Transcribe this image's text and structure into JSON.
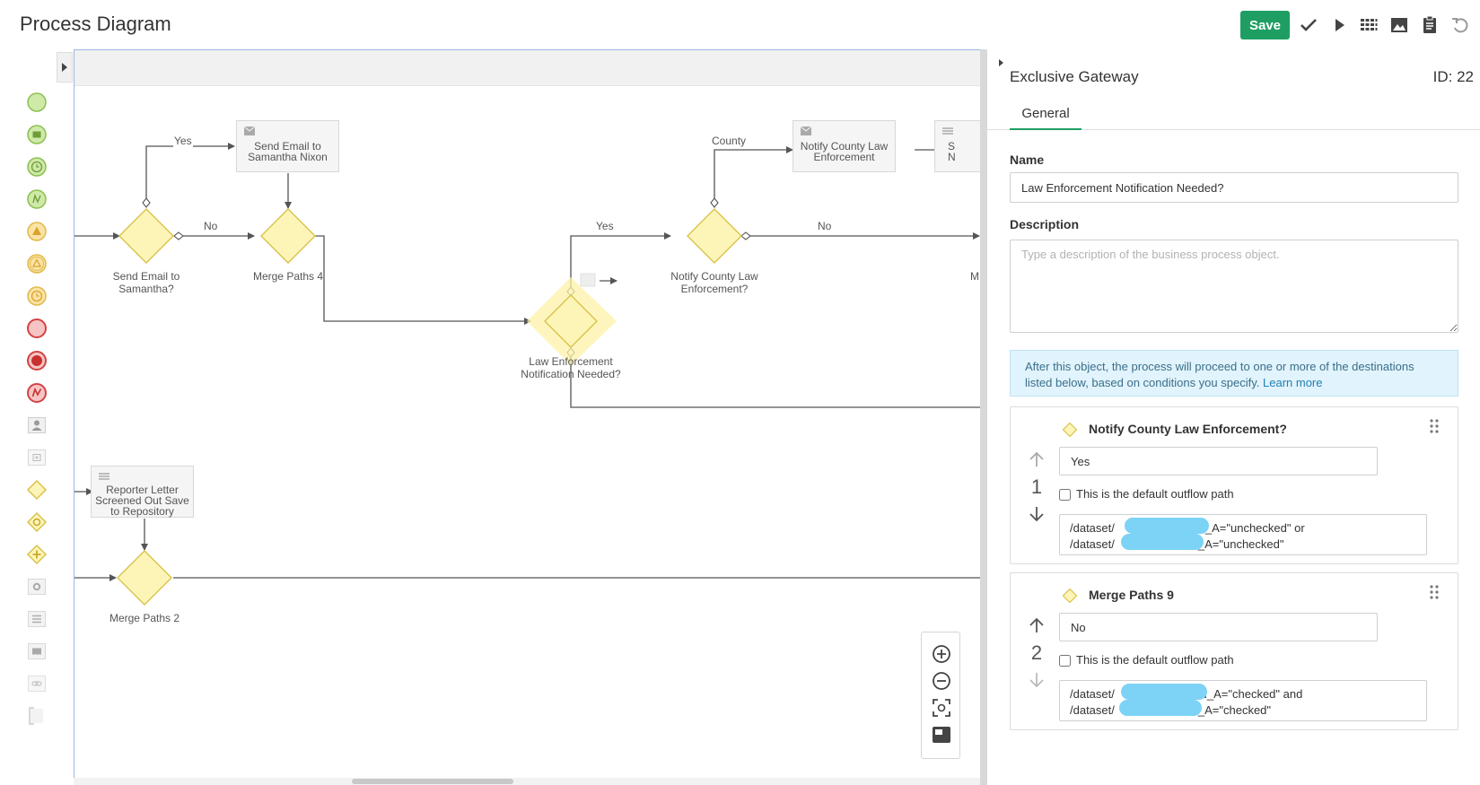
{
  "header": {
    "title": "Process Diagram",
    "save_label": "Save",
    "toolbar_icons": [
      "check-icon",
      "play-icon",
      "grid-icon",
      "image-icon",
      "clipboard-icon",
      "undo-icon"
    ]
  },
  "palette": {
    "items": [
      "start-event-icon",
      "message-start-icon",
      "timer-start-icon",
      "signal-start-icon",
      "escalation-event-icon",
      "escalation-intermediate-icon",
      "timer-intermediate-icon",
      "end-event-icon",
      "terminate-end-icon",
      "error-end-icon",
      "user-task-icon",
      "subprocess-icon",
      "exclusive-gateway-icon",
      "inclusive-gateway-icon",
      "parallel-gateway-icon",
      "service-task-icon",
      "script-task-icon",
      "send-task-icon",
      "link-icon",
      "annotation-icon"
    ]
  },
  "diagram": {
    "nodes": {
      "send_email_gateway": "Send Email to Samantha?",
      "merge_paths_4": "Merge Paths 4",
      "send_email_task": "Send Email to Samantha Nixon",
      "law_enforcement_gateway": "Law Enforcement Notification Needed?",
      "notify_county_gateway": "Notify County Law Enforcement?",
      "notify_county_task": "Notify County Law Enforcement",
      "partial_task": "S N",
      "partial_label": "M",
      "reporter_letter_task": "Reporter Letter Screened Out Save to Repository",
      "merge_paths_2": "Merge Paths 2"
    },
    "edges": {
      "yes_1": "Yes",
      "no_1": "No",
      "yes_2": "Yes",
      "county": "County",
      "no_2": "No"
    },
    "zoom_controls": [
      "zoom-in-icon",
      "zoom-out-icon",
      "fit-screen-icon",
      "minimap-icon"
    ]
  },
  "properties": {
    "title": "Exclusive Gateway",
    "id_text": "ID: 22",
    "tabs": [
      "General"
    ],
    "name_label": "Name",
    "name_value": "Law Enforcement Notification Needed?",
    "description_label": "Description",
    "description_placeholder": "Type a description of the business process object.",
    "info_text": "After this object, the process will proceed to one or more of the destinations listed below, based on conditions you specify.",
    "info_link": "Learn more",
    "flows": [
      {
        "order": "1",
        "destination": "Notify County Law Enforcement?",
        "label_value": "Yes",
        "default_label": "This is the default outflow path",
        "default_checked": false,
        "condition_line1_start": "/dataset/",
        "condition_line1_end": "/N_A=\"unchecked\" or",
        "condition_line2_start": "/dataset/",
        "condition_line2_end": "/N_A=\"unchecked\""
      },
      {
        "order": "2",
        "destination": "Merge Paths 9",
        "label_value": "No",
        "default_label": "This is the default outflow path",
        "default_checked": false,
        "condition_line1_start": "/dataset/",
        "condition_line1_end": "/N_A=\"checked\" and",
        "condition_line2_start": "/dataset/",
        "condition_line2_end": "/N_A=\"checked\""
      }
    ]
  },
  "colors": {
    "accent_green": "#1e9e63",
    "gateway_fill": "#fdf5b8",
    "gateway_stroke": "#d9c24a",
    "start_green": "#b8de8a",
    "end_red": "#f5b8b8",
    "info_bg": "#e1f3fc",
    "redaction": "#7dd3f5"
  }
}
